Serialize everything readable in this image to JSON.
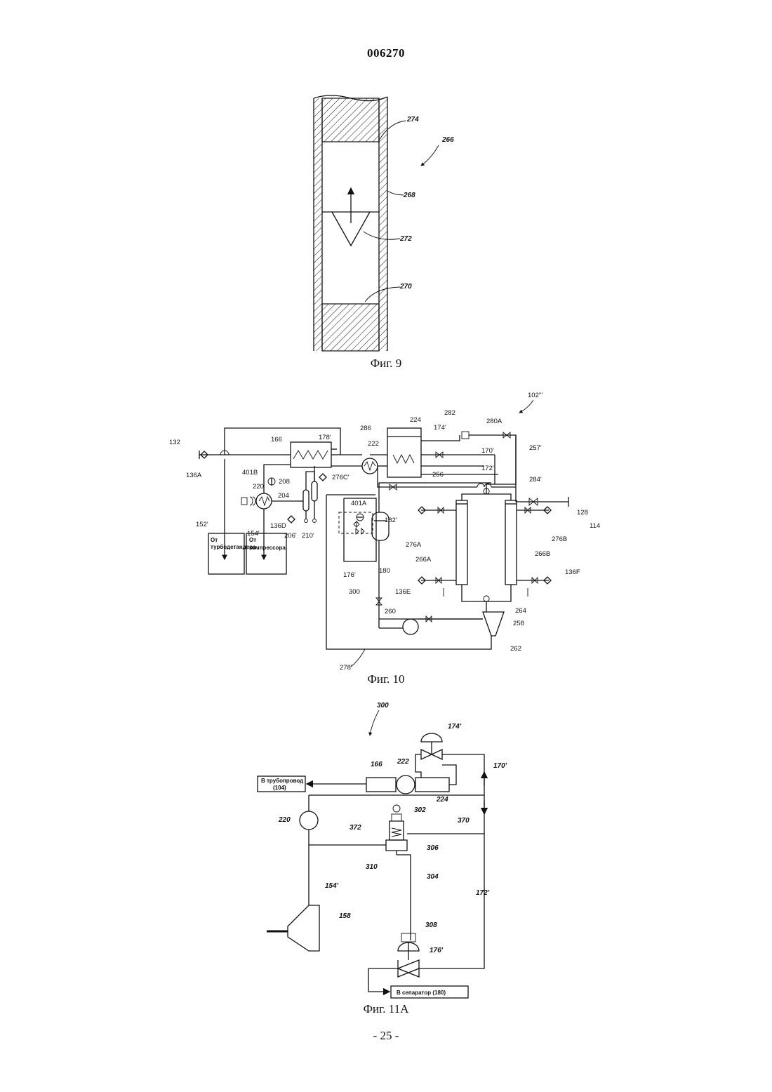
{
  "document": {
    "number": "006270",
    "page_number": "- 25 -"
  },
  "figures": {
    "fig9": {
      "caption": "Фиг. 9",
      "labels": {
        "l274": "274",
        "l266": "266",
        "l268": "268",
        "l272": "272",
        "l270": "270"
      }
    },
    "fig10": {
      "caption": "Фиг. 10",
      "labels": {
        "l102": "102'''",
        "l282": "282",
        "l224": "224",
        "l280A": "280A",
        "l174": "174'",
        "l132": "132",
        "l166": "166",
        "l178": "178'",
        "l286": "286",
        "l222": "222",
        "l170": "170'",
        "l257": "257'",
        "l136A": "136A",
        "l401B": "401B",
        "l208": "208",
        "l276C": "276C'",
        "l172": "172'",
        "l256": "256",
        "l284": "284'",
        "l220": "220",
        "l204": "204",
        "l128": "128",
        "l114": "114",
        "l401A": "401A",
        "l182": "182'",
        "l152": "152'",
        "l136D": "136D",
        "l154": "154'",
        "l206": "206'",
        "l210": "210'",
        "l276A": "276A",
        "l276B": "276B",
        "l266A": "266A",
        "l266B": "266B",
        "l176": "176'",
        "l180": "180",
        "l300": "300",
        "l136E": "136E",
        "l136F": "136F",
        "l264": "264",
        "l260": "260",
        "l258": "258",
        "l262": "262",
        "l278": "278'"
      },
      "boxes": {
        "turbo_l1": "От",
        "turbo_l2": "турбодетандера",
        "comp_l1": "От",
        "comp_l2": "компрессора"
      }
    },
    "fig11a": {
      "caption": "Фиг. 11А",
      "labels": {
        "l300": "300",
        "l174": "174'",
        "l166": "166",
        "l222": "222",
        "l170": "170'",
        "l224": "224",
        "l220": "220",
        "l302": "302",
        "l370": "370",
        "l372": "372",
        "l306": "306",
        "l310": "310",
        "l304": "304",
        "l154": "154'",
        "l172": "172'",
        "l158": "158",
        "l308": "308",
        "l176": "176'"
      },
      "boxes": {
        "pipeline_l1": "В трубопровод",
        "pipeline_l2": "(104)",
        "separator": "В сепаратор  (180)"
      }
    }
  }
}
